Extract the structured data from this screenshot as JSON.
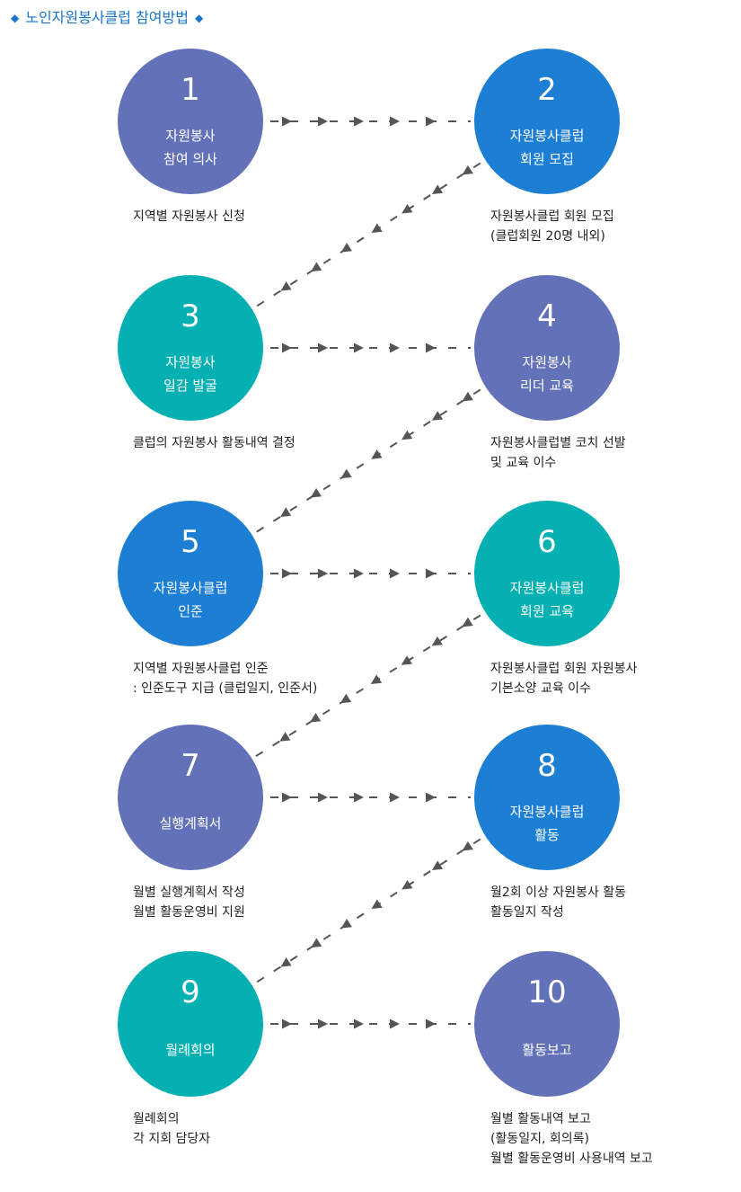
{
  "heading": {
    "title": "노인자원봉사클럽 참여방법",
    "bullet": "◆"
  },
  "colors": {
    "purple": "#6372b8",
    "blue": "#1c7fd4",
    "teal": "#05b0b3",
    "heading": "#1976c8",
    "arrow": "#555555"
  },
  "steps": [
    {
      "num": "1",
      "title": [
        "자원봉사",
        "참여 의사"
      ],
      "color": "purple",
      "desc": [
        "지역별 자원봉사 신청"
      ]
    },
    {
      "num": "2",
      "title": [
        "자원봉사클럽",
        "회원 모집"
      ],
      "color": "blue",
      "desc": [
        "자원봉사클럽 회원 모집",
        "(클럽회원 20명 내외)"
      ]
    },
    {
      "num": "3",
      "title": [
        "자원봉사",
        "일감 발굴"
      ],
      "color": "teal",
      "desc": [
        "클럽의 자원봉사 활동내역 결정"
      ]
    },
    {
      "num": "4",
      "title": [
        "자원봉사",
        "리더 교육"
      ],
      "color": "purple",
      "desc": [
        "자원봉사클럽별 코치 선발",
        "및 교육 이수"
      ]
    },
    {
      "num": "5",
      "title": [
        "자원봉사클럽",
        "인준"
      ],
      "color": "blue",
      "desc": [
        "지역별 자원봉사클럽 인준",
        ": 인준도구 지급 (클럽일지, 인준서)"
      ]
    },
    {
      "num": "6",
      "title": [
        "자원봉사클럽",
        "회원 교육"
      ],
      "color": "teal",
      "desc": [
        "자원봉사클럽 회원 자원봉사",
        "기본소양 교육 이수"
      ]
    },
    {
      "num": "7",
      "title": [
        "실행계획서"
      ],
      "color": "purple",
      "desc": [
        "월별 실행계획서 작성",
        "월별 활동운영비 지원"
      ]
    },
    {
      "num": "8",
      "title": [
        "자원봉사클럽",
        "활동"
      ],
      "color": "blue",
      "desc": [
        "월2회 이상 자원봉사 활동",
        "활동일지 작성"
      ]
    },
    {
      "num": "9",
      "title": [
        "월례회의"
      ],
      "color": "teal",
      "desc": [
        "월례회의",
        "각 지회 담당자"
      ]
    },
    {
      "num": "10",
      "title": [
        "활동보고"
      ],
      "color": "purple",
      "desc": [
        "월별 활동내역 보고",
        "(활동일지, 회의록)",
        "월별 활동운영비 사용내역 보고"
      ]
    }
  ]
}
